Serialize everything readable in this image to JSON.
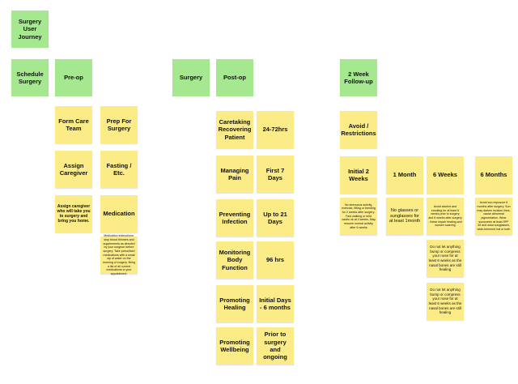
{
  "stages": {
    "title": "Surgery User Journey",
    "schedule": "Schedule Surgery",
    "preop": "Pre-op",
    "surgery": "Surgery",
    "postop": "Post-op",
    "followup": "2 Week Follow-up"
  },
  "preop": {
    "form_care_team": "Form Care Team",
    "prep": "Prep For Surgery",
    "assign": "Assign Caregiver",
    "fasting": "Fasting / Etc.",
    "assign_note": "Assign caregiver who will take you to surgery and bring you home.",
    "medication": "Medication",
    "medication_note": "Medication instructions: stop blood thinners and supplements as directed by your surgeon before surgery. Take prescribed medications with a small sip of water on the morning of surgery. Bring a list of all current medications to your appointment."
  },
  "postop": {
    "rows": [
      {
        "label": "Caretaking Recovering Patient",
        "time": "24-72hrs"
      },
      {
        "label": "Managing Pain",
        "time": "First 7 Days"
      },
      {
        "label": "Preventing Infection",
        "time": "Up to 21 Days"
      },
      {
        "label": "Monitoring Body Function",
        "time": "96 hrs"
      },
      {
        "label": "Promoting Healing",
        "time": "Initial Days - 6 months"
      },
      {
        "label": "Promoting Wellbeing",
        "time": "Prior to surgery and ongoing"
      }
    ]
  },
  "followup": {
    "avoid": "Avoid / Restrictions",
    "periods": [
      "Initial 2 Weeks",
      "1 Month",
      "6 Weeks",
      "6 Months"
    ],
    "notes": [
      "No strenuous activity, exercise, lifting or bending for 2 weeks after surgery. Fast walking or mild cardio ok at 4 weeks. May resume normal activity after 6 weeks",
      "No glasses or sunglasses for at least 1month",
      "Avoid alcohol and smoking for at least 6 weeks prior to surgery and 6 weeks after surgery - these impair healing and worsen scarring",
      "Avoid sun exposure 6 months after surgery. Sun may darken incision lines, cause abnormal pigmentation. Wear sunscreen at least SPF 30 and wear sunglasses, wide-brimmed hat or both"
    ],
    "bump1": "Do not let anything bump or compress your nose for at least 6 weeks as the nasal bones are still healing",
    "bump2": "Do not let anything bump or compress your nose for at least 6 weeks as the nasal bones are still healing"
  }
}
